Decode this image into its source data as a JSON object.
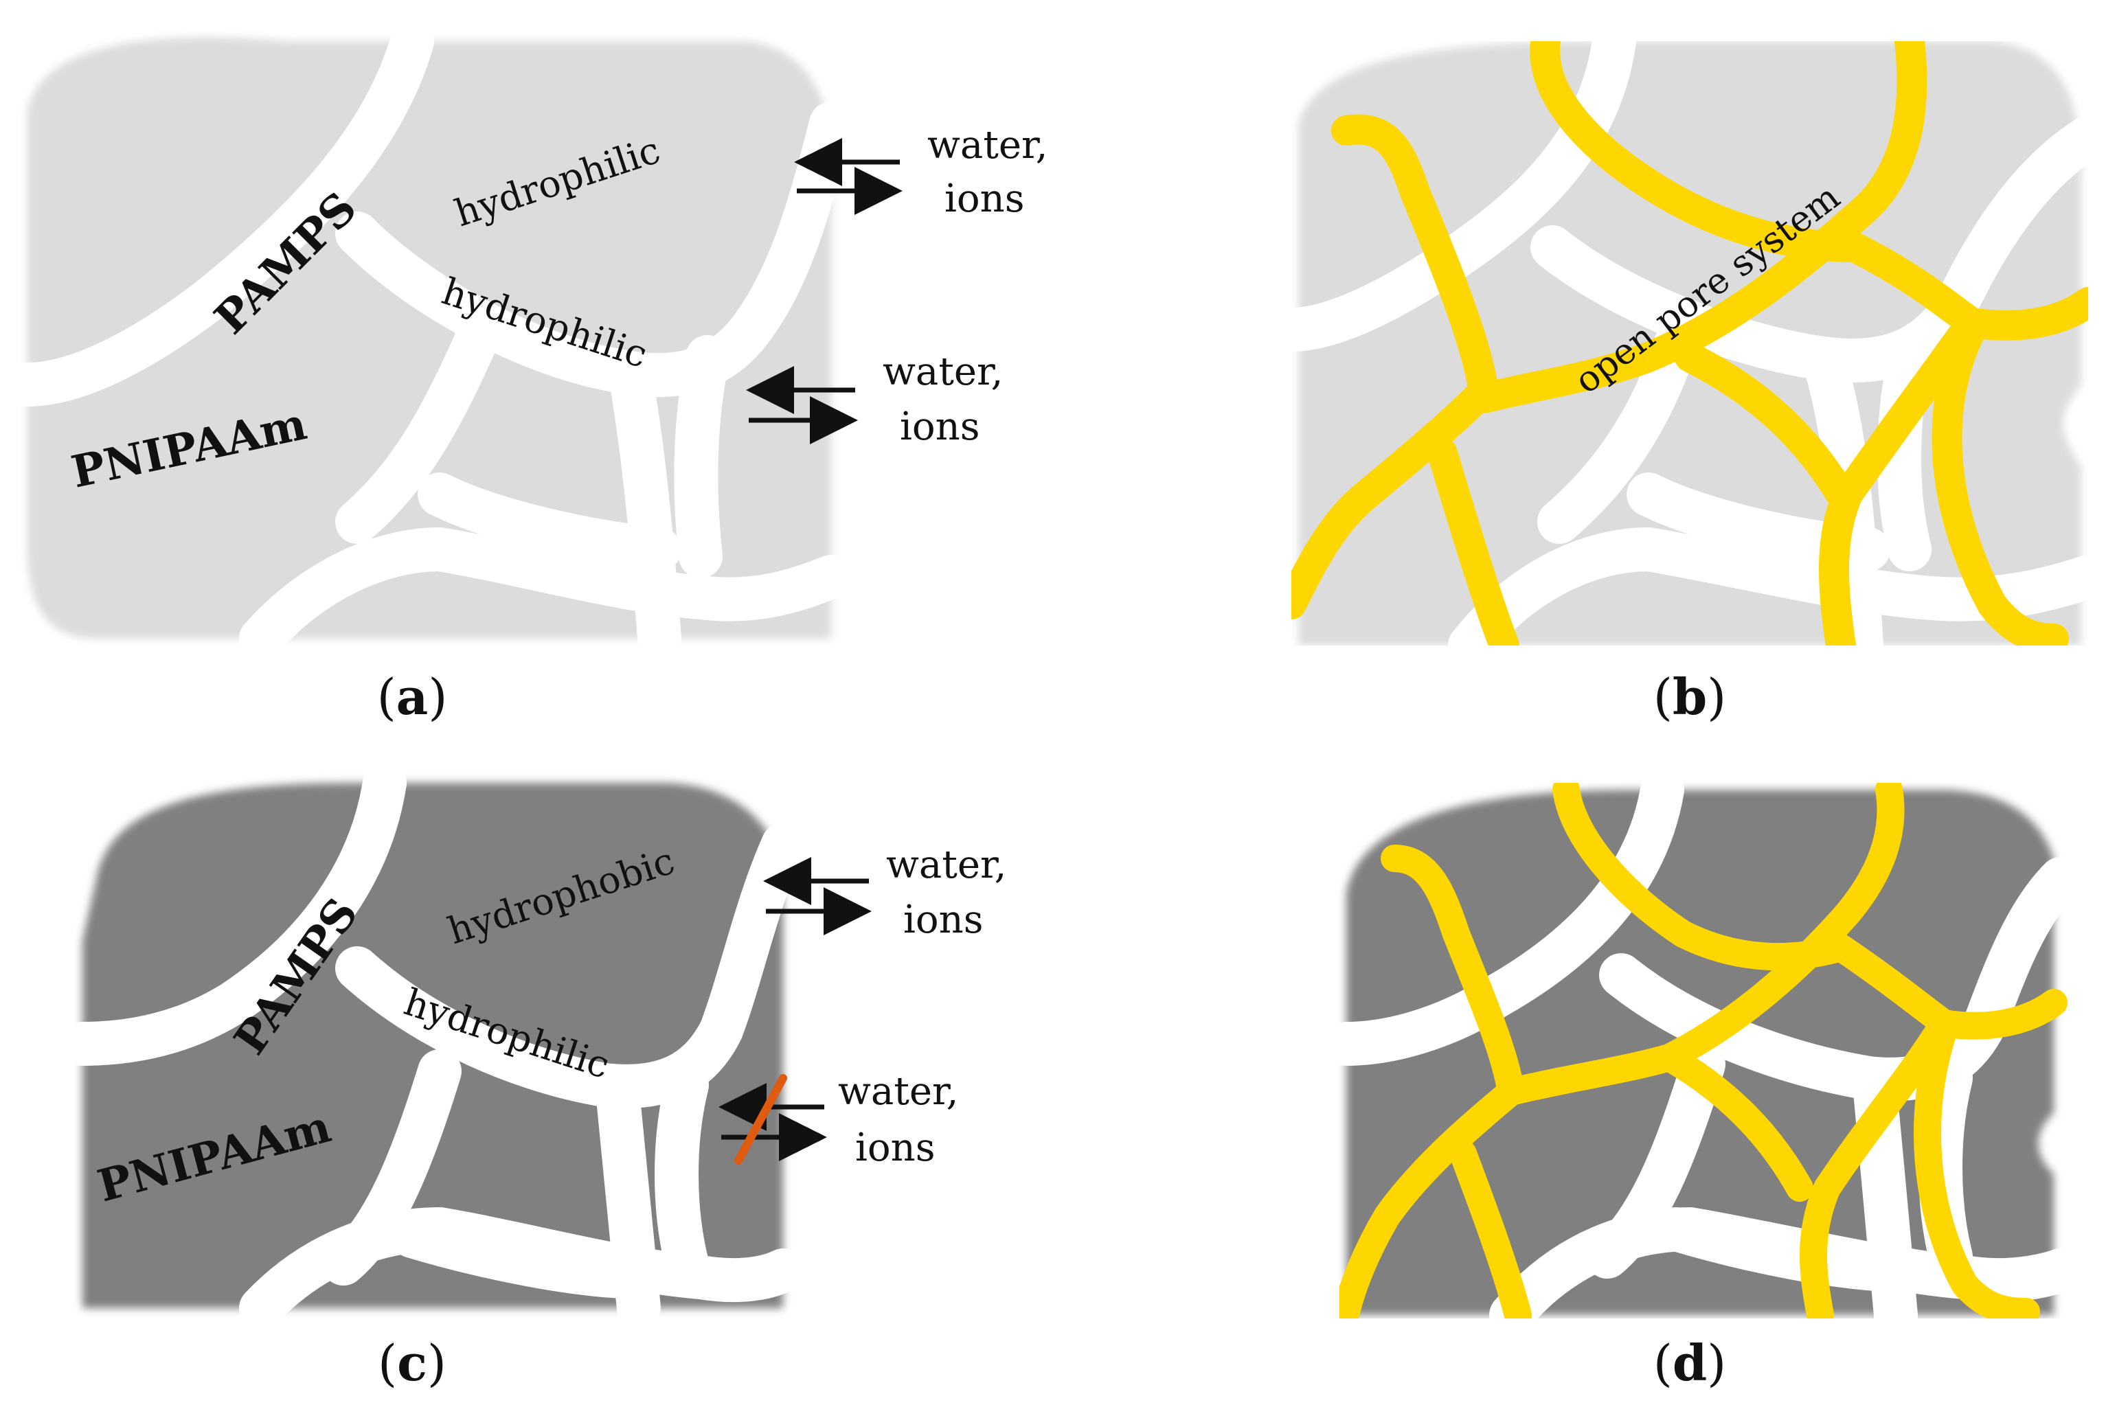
{
  "panels": {
    "a": {
      "caption": "a",
      "labels": {
        "pamps": "PAMPS",
        "pnipaam": "PNIPAAm",
        "hydro_top": "hydrophilic",
        "hydro_mid": "hydrophilic",
        "water1": "water,",
        "ions1": "ions",
        "water2": "water,",
        "ions2": "ions"
      }
    },
    "b": {
      "caption": "b",
      "labels": {
        "pore": "open pore system"
      }
    },
    "c": {
      "caption": "c",
      "labels": {
        "pamps": "PAMPS",
        "pnipaam": "PNIPAAm",
        "hydro_top": "hydrophobic",
        "hydro_mid": "hydrophilic",
        "water1": "water,",
        "ions1": "ions",
        "water2": "water,",
        "ions2": "ions"
      }
    },
    "d": {
      "caption": "d"
    }
  },
  "colors": {
    "swollen_gel": "#dcdcdc",
    "collapsed_gel": "#808080",
    "channel": "#ffffff",
    "pore_network": "#ffd700",
    "blocked_marker": "#e05a10",
    "arrow": "#111111"
  }
}
